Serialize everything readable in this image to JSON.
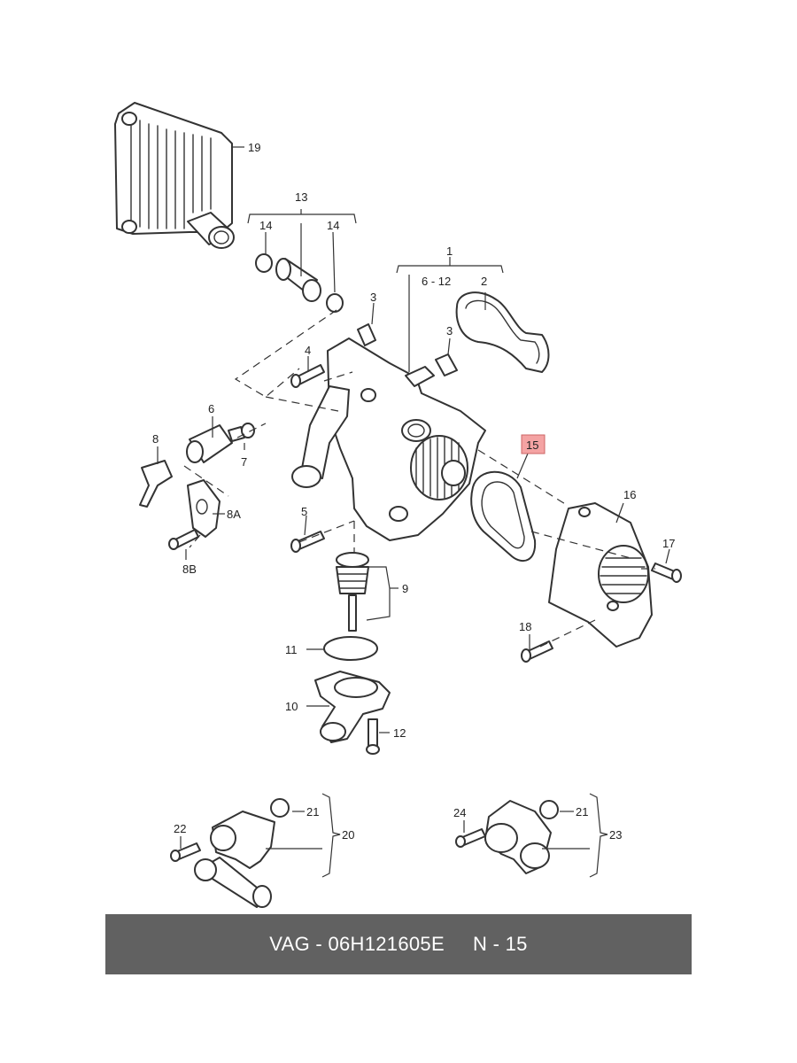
{
  "diagram": {
    "labels": {
      "l1": "1",
      "l2": "2",
      "l3a": "3",
      "l3b": "3",
      "l4": "4",
      "l5": "5",
      "l6": "6",
      "l612": "6 - 12",
      "l7": "7",
      "l8": "8",
      "l8a": "8A",
      "l8b": "8B",
      "l9": "9",
      "l10": "10",
      "l11": "11",
      "l12": "12",
      "l13": "13",
      "l14a": "14",
      "l14b": "14",
      "l15": "15",
      "l16": "16",
      "l17": "17",
      "l18": "18",
      "l19": "19",
      "l20": "20",
      "l21a": "21",
      "l21b": "21",
      "l22": "22",
      "l23": "23",
      "l24": "24"
    },
    "highlight_color": "#f4a3a3"
  },
  "footer": {
    "text": "VAG - 06H121605E     N - 15",
    "background": "#616161"
  }
}
